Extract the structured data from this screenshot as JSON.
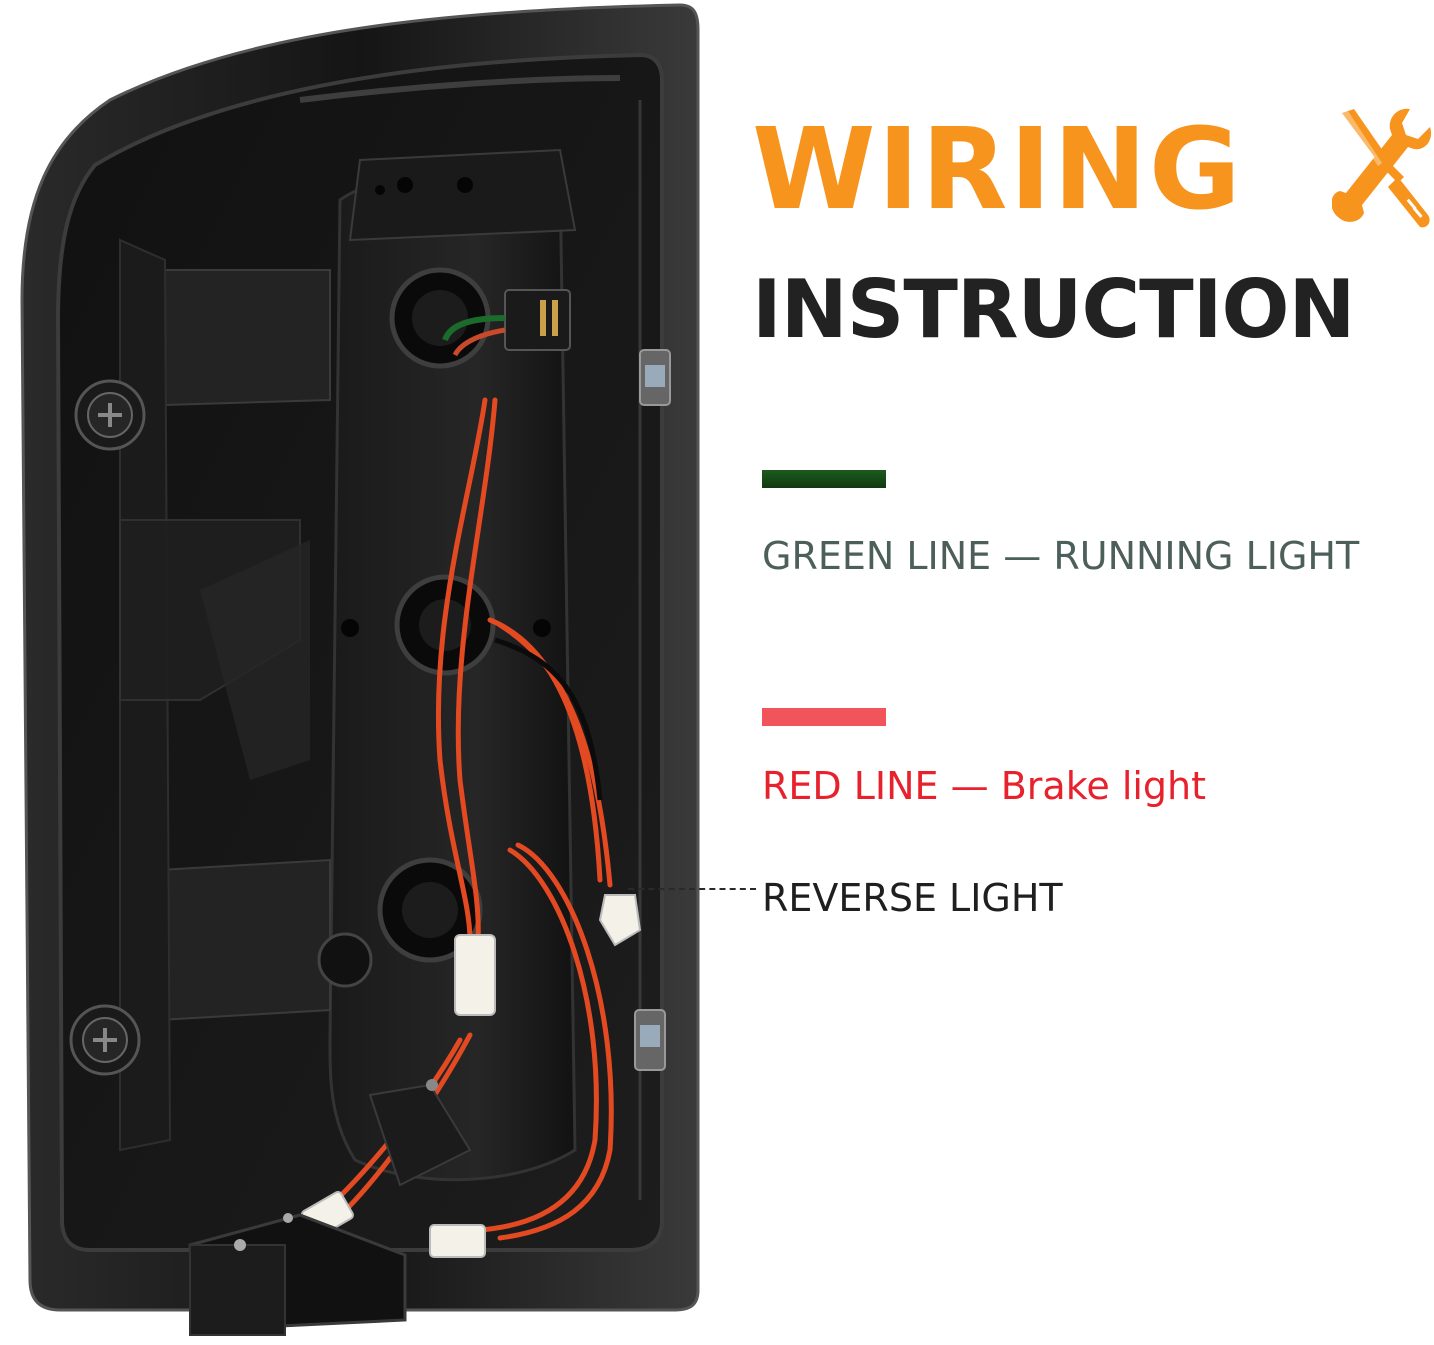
{
  "heading": {
    "wiring": "WIRING",
    "instruction": "INSTRUCTION",
    "icon": "screwdriver-wrench-icon",
    "wiring_color": "#f7941d",
    "instruction_color": "#222222"
  },
  "legend": [
    {
      "swatch_color": "#1b5e20",
      "text_color": "#4d5f5b",
      "label": "GREEN LINE — RUNNING LIGHT"
    },
    {
      "swatch_color": "#f2545b",
      "text_color": "#e8222d",
      "label": "RED LINE — Brake light"
    }
  ],
  "callout": {
    "label": "REVERSE LIGHT"
  },
  "product_image": {
    "subject": "tail-light-housing-rear-view"
  }
}
